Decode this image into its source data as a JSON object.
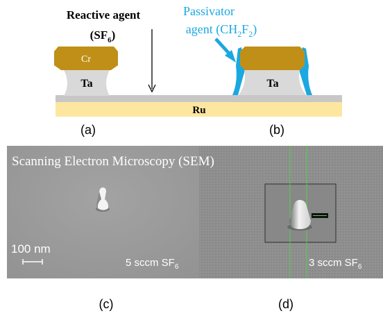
{
  "schematic": {
    "reactive_label": "Reactive agent",
    "reactive_formula": {
      "prefix": "(SF",
      "sub": "6",
      "suffix": ")"
    },
    "passivator_label_line1": "Passivator",
    "passivator_label_line2": {
      "prefix": "agent (CH",
      "sub1": "2",
      "mid": "F",
      "sub2": "2",
      "suffix": ")"
    },
    "cr_label": "Cr",
    "ta_label_left": "Ta",
    "ta_label_right": "Ta",
    "ru_label": "Ru",
    "panel_a": "(a)",
    "panel_b": "(b)"
  },
  "sem": {
    "title": "Scanning Electron Microscopy (SEM)",
    "scale_bar": "100 nm",
    "left_condition": {
      "prefix": "5 sccm SF",
      "sub": "6"
    },
    "right_condition": {
      "prefix": "3 sccm SF",
      "sub": "6"
    },
    "panel_c": "(c)",
    "panel_d": "(d)"
  },
  "colors": {
    "cr": "#bf8f17",
    "ta": "#d9d9d9",
    "ru": "#fde6a0",
    "substrate": "#c7c7c7",
    "passivator": "#1ba8e0",
    "passivator_text": "#1ba8e0",
    "sem_left_bg": "#9a9a9a",
    "sem_right_bg": "#8e8e8e",
    "guide_lines": "#4fd04f"
  }
}
